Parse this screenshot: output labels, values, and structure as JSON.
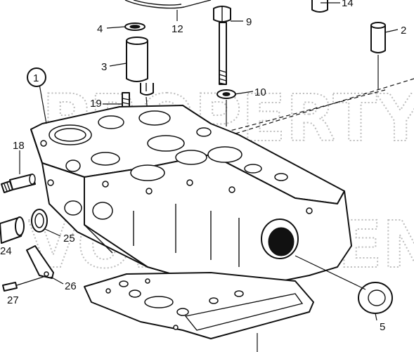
{
  "watermark": {
    "line1": "PROPERTY",
    "line2": "VOLVO PENTA"
  },
  "callouts": {
    "c1": "1",
    "c2": "2",
    "c3": "3",
    "c4": "4",
    "c5": "5",
    "c9": "9",
    "c10": "10",
    "c12": "12",
    "c14": "14",
    "c18": "18",
    "c19": "19",
    "c24": "24",
    "c25": "25",
    "c26": "26",
    "c27": "27"
  }
}
